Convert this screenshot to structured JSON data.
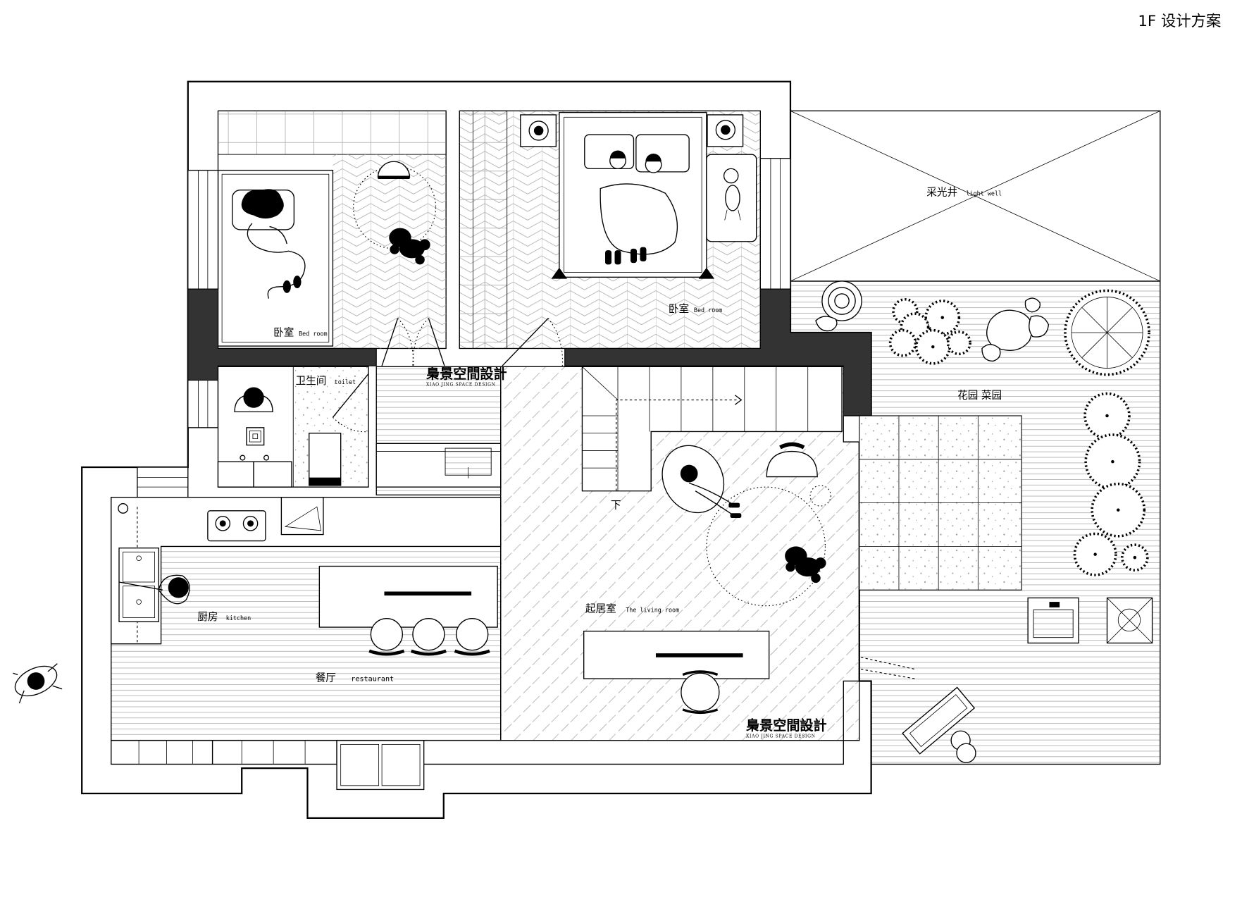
{
  "title": "1F 设计方案",
  "rooms": {
    "bedroom_left": {
      "zh": "卧室",
      "en": "Bed room"
    },
    "bedroom_right": {
      "zh": "卧室",
      "en": "Bed room"
    },
    "toilet": {
      "zh": "卫生间",
      "en": "toilet"
    },
    "light_well": {
      "zh": "采光井",
      "en": "light well"
    },
    "garden": {
      "zh": "花园 菜园"
    },
    "living_room": {
      "zh": "起居室",
      "en": "The living room"
    },
    "kitchen": {
      "zh": "厨房",
      "en": "kitchen"
    },
    "restaurant": {
      "zh": "餐厅",
      "en": "restaurant"
    }
  },
  "stairs": {
    "direction_label": "下"
  },
  "logo": {
    "name": "梟景空間設計",
    "subtitle": "XIAO JING SPACE DESIGN"
  },
  "colors": {
    "line": "#000000",
    "dark_wall": "#333333",
    "background": "#ffffff",
    "hatch": "#a8a8a8"
  }
}
